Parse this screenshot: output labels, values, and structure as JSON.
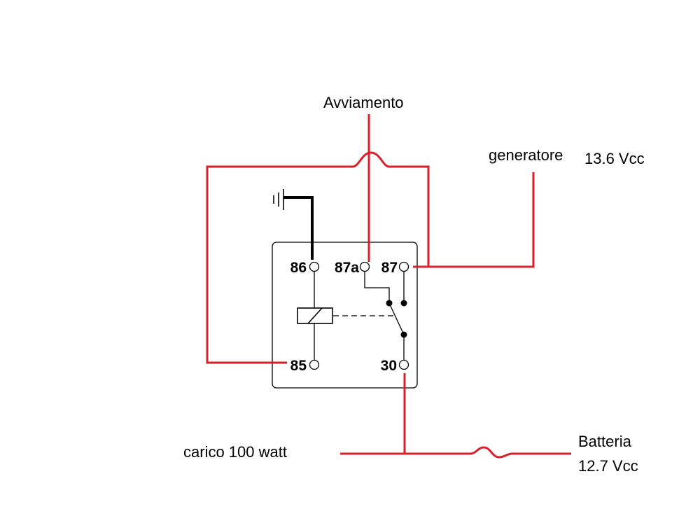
{
  "colors": {
    "wire_external": "#d9202a",
    "wire_internal": "#000000",
    "relay_box_stroke": "#000000",
    "background": "#ffffff"
  },
  "labels": {
    "avviamento": "Avviamento",
    "generatore": "generatore",
    "generatore_voltage": "13.6 Vcc",
    "carico": "carico 100 watt",
    "batteria": "Batteria",
    "batteria_voltage": "12.7 Vcc"
  },
  "relay": {
    "pins": {
      "p86": "86",
      "p87a": "87a",
      "p87": "87",
      "p85": "85",
      "p30": "30"
    }
  },
  "icons": {
    "ground": "ground-icon",
    "coil": "relay-coil-icon",
    "switch": "relay-switch-icon",
    "crossover": "wire-crossover-icon"
  }
}
